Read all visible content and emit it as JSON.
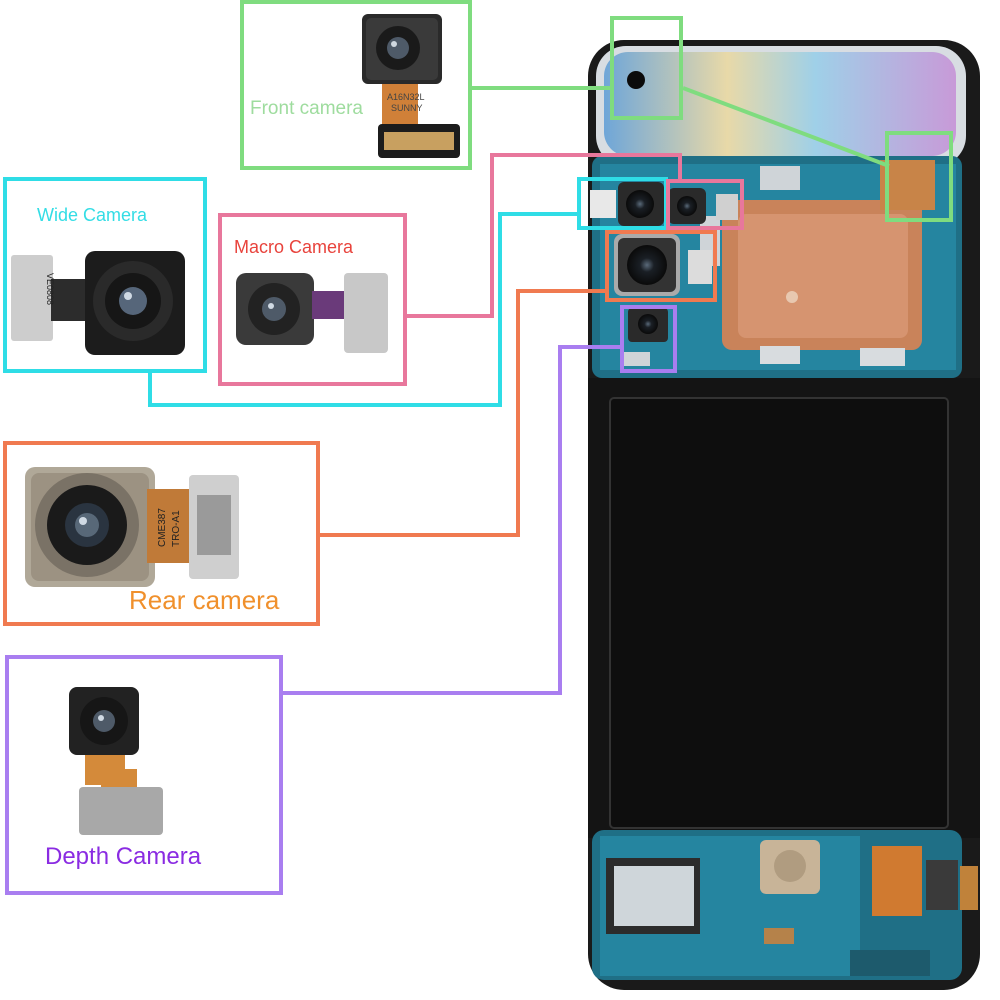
{
  "labels": {
    "front": "Front camera",
    "wide": "Wide Camera",
    "macro": "Macro Camera",
    "rear": "Rear camera",
    "depth": "Depth Camera"
  },
  "module_text": {
    "front_code": "A16N32L",
    "front_code2": "SUNNY",
    "wide_code": "VE0808",
    "rear_code": "CME387",
    "rear_code2": "TRO-A1"
  },
  "colors": {
    "front": "#7fdc7f",
    "wide": "#2fdde6",
    "macro": "#e8779c",
    "rear": "#f07a50",
    "depth": "#a97ef0",
    "label_front": "#9edc9e",
    "label_wide": "#33dde5",
    "label_macro": "#e8433c",
    "label_rear": "#f0902c",
    "label_depth": "#8a2be2"
  }
}
